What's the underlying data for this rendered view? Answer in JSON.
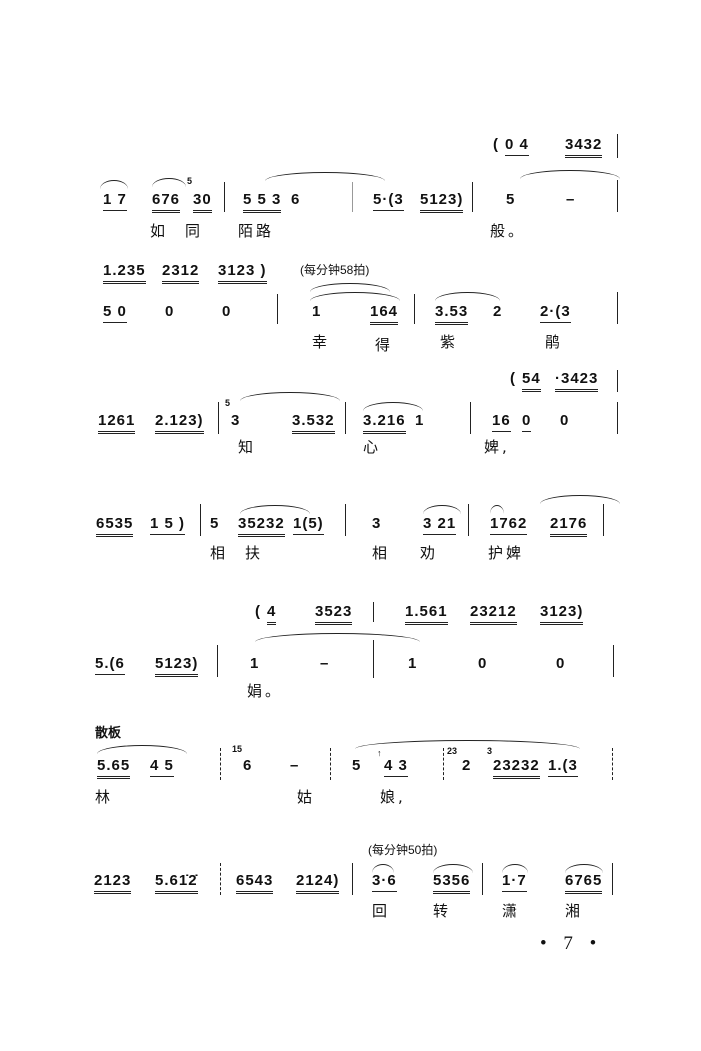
{
  "s1": {
    "intro": [
      "(",
      "0 4",
      "3432"
    ],
    "notes": [
      "1 7",
      "676",
      "30",
      "5 5 3",
      "6",
      "5·(3",
      "5123)",
      "5",
      "–"
    ],
    "grace": [
      "5"
    ],
    "lyrics": [
      "如",
      "同",
      "陌路",
      "般。"
    ]
  },
  "s2": {
    "intro": [
      "1.235",
      "2312",
      "3123 )"
    ],
    "tempo": "(每分钟58拍)",
    "notes": [
      "5 0",
      "0",
      "0",
      "1",
      "164",
      "3.53",
      "2",
      "2·(3"
    ],
    "lyrics": [
      "幸",
      "得",
      "紫",
      "鹃"
    ]
  },
  "s3": {
    "intro": [
      "(",
      "54",
      "·3423"
    ],
    "notes": [
      "1261",
      "2.123)",
      "3",
      "3.532",
      "3.216",
      "1",
      "16",
      "0",
      "0"
    ],
    "grace": [
      "5"
    ],
    "lyrics": [
      "知",
      "心",
      "婢,"
    ]
  },
  "s4": {
    "notes": [
      "6535",
      "1 5 )",
      "5",
      "35232",
      "1(5)",
      "3",
      "3 21",
      "1762",
      "2176"
    ],
    "lyrics": [
      "相",
      "扶",
      "相",
      "劝",
      "护婢"
    ]
  },
  "s5": {
    "intro": [
      "(",
      "4",
      "3523",
      "1.561",
      "23212",
      "3123)"
    ],
    "notes": [
      "5.(6",
      "5123)",
      "1",
      "–",
      "1",
      "0",
      "0"
    ],
    "lyrics": [
      "娟。"
    ]
  },
  "s6": {
    "label": "散板",
    "notes": [
      "5.65",
      "4 5",
      "6",
      "–",
      "5",
      "4 3",
      "2",
      "23232",
      "1.(3"
    ],
    "grace": [
      "15",
      "↑",
      "23",
      "3"
    ],
    "lyrics": [
      "林",
      "姑",
      "娘,"
    ]
  },
  "s7": {
    "tempo": "(每分钟50拍)",
    "notes": [
      "2123",
      "5.61̇2̇",
      "6543",
      "2124)",
      "3·6",
      "5356",
      "1·7",
      "6765"
    ],
    "lyrics": [
      "回",
      "转",
      "潇",
      "湘"
    ]
  },
  "page_number": "• 7 •"
}
